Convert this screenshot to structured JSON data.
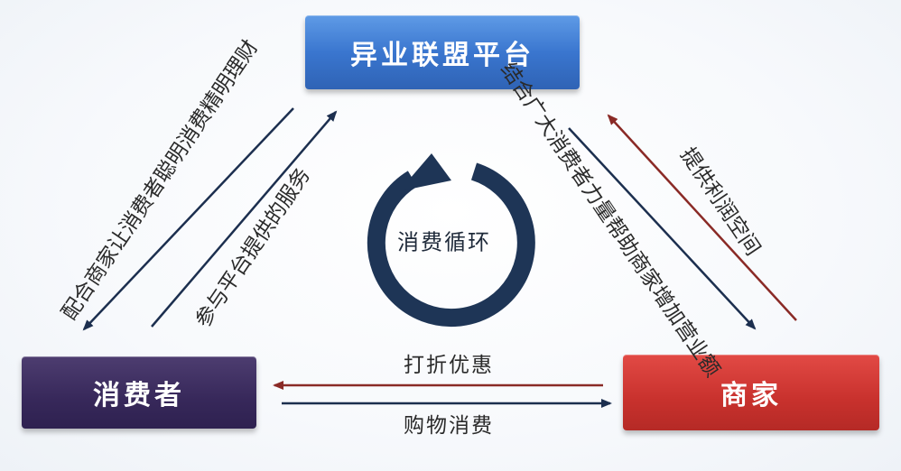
{
  "nodes": {
    "platform": "异业联盟平台",
    "consumer": "消费者",
    "merchant": "商家"
  },
  "labels": {
    "consumer_to_platform_left": "配合商家让消费者聪明消费精明理财",
    "consumer_to_platform_right": "参与平台提供的服务",
    "platform_to_merchant_left": "结合广大消费者力量帮助商家增加营业额",
    "merchant_to_platform": "提供利润空间",
    "merchant_to_consumer": "打折优惠",
    "consumer_to_merchant": "购物消费"
  },
  "center": {
    "label": "消费循环"
  },
  "colors": {
    "platform": "#3a76cf",
    "consumer": "#37285a",
    "merchant": "#c8312d",
    "arrow_dark": "#1c2f4f",
    "arrow_red": "#8a2a26",
    "cycle": "#1e3556"
  }
}
